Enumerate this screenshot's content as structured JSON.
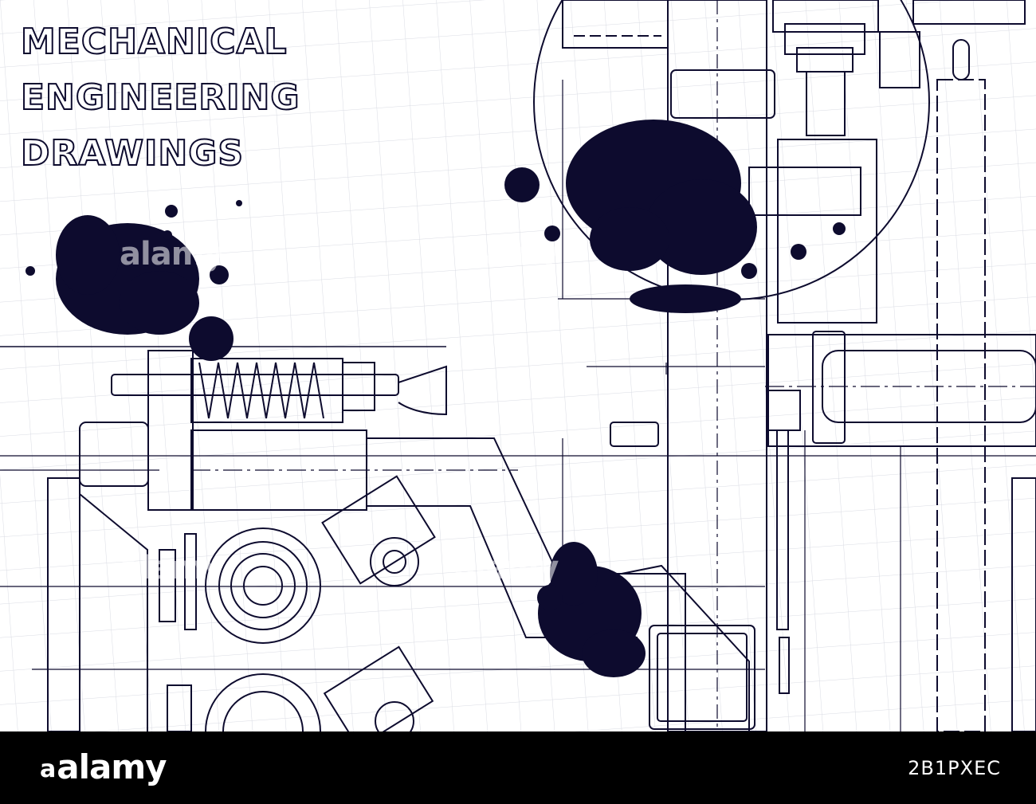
{
  "title": {
    "lines": [
      "MECHANICAL",
      "ENGINEERING",
      "DRAWINGS"
    ]
  },
  "colors": {
    "ink": "#0d0b2e",
    "paper": "#ffffff",
    "grid": "#d9dbe3",
    "footer": "#000000"
  },
  "footer": {
    "brand": "alamy",
    "image_id": "2B1PXEC"
  },
  "watermarks": [
    "alamy",
    "alamy",
    "alamy",
    "alamy"
  ],
  "icons": [
    "ink-splash",
    "coil-spring",
    "pipe-flange",
    "bolt"
  ]
}
